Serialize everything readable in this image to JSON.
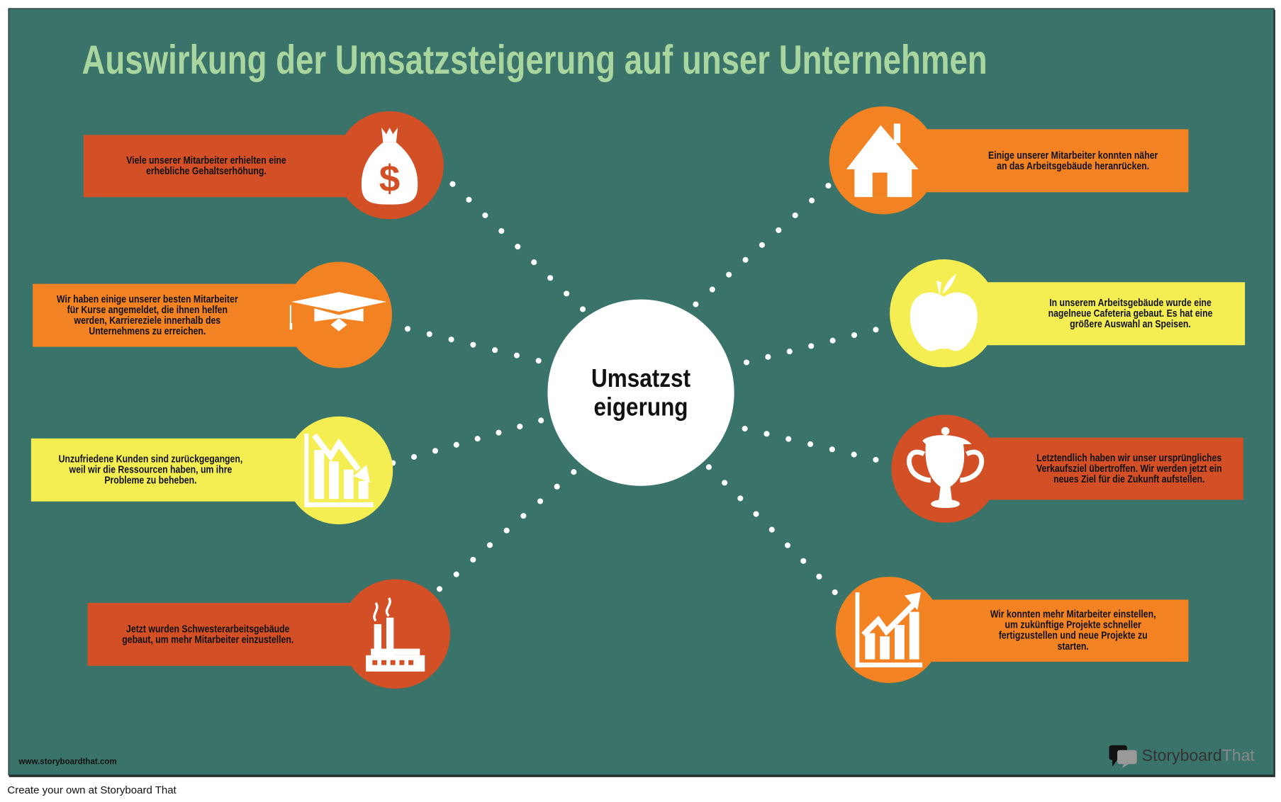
{
  "title": "Auswirkung der Umsatzsteigerung auf unser Unternehmen",
  "center": "Umsatzsteigerung",
  "items": [
    {
      "text": "Viele unserer Mitarbeiter erhielten eine erhebliche Gehaltserhöhung.",
      "icon": "money-bag-icon",
      "color": "#d34f26"
    },
    {
      "text": "Wir haben einige unserer besten Mitarbeiter für Kurse angemeldet, die ihnen helfen werden, Karriereziele innerhalb des Unternehmens zu erreichen.",
      "icon": "graduation-cap-icon",
      "color": "#f28222"
    },
    {
      "text": "Unzufriedene Kunden sind zurückgegangen, weil wir die Ressourcen haben, um ihre Probleme zu beheben.",
      "icon": "chart-down-icon",
      "color": "#f5ee52"
    },
    {
      "text": "Jetzt wurden Schwesterarbeitsgebäude gebaut, um mehr Mitarbeiter einzustellen.",
      "icon": "factory-icon",
      "color": "#d34f26"
    },
    {
      "text": "Einige unserer Mitarbeiter konnten näher an das Arbeitsgebäude heranrücken.",
      "icon": "house-icon",
      "color": "#f28222"
    },
    {
      "text": "In unserem Arbeitsgebäude wurde eine nagelneue Cafeteria gebaut. Es hat eine größere Auswahl an Speisen.",
      "icon": "apple-icon",
      "color": "#f5ee52"
    },
    {
      "text": "Letztendlich haben wir unser ursprüngliches Verkaufsziel übertroffen. Wir werden jetzt ein neues Ziel für die Zukunft aufstellen.",
      "icon": "trophy-icon",
      "color": "#d34f26"
    },
    {
      "text": "Wir konnten mehr Mitarbeiter einstellen, um zukünftige Projekte schneller fertigzustellen und neue Projekte zu starten.",
      "icon": "chart-up-icon",
      "color": "#f28222"
    }
  ],
  "footer": {
    "site": "www.storyboardthat.com",
    "logo_part1": "Storyboard",
    "logo_part2": "That",
    "create": "Create your own at Storyboard That"
  }
}
